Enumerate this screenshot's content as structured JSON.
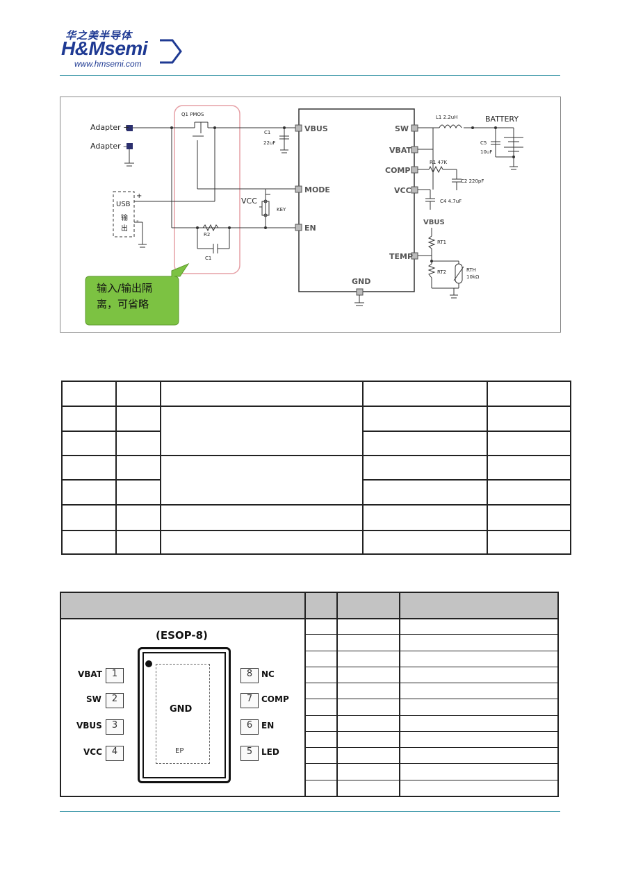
{
  "header": {
    "logo_cn": "华之美半导体",
    "logo_brand": "H&Msemi",
    "logo_url": "www.hmsemi.com"
  },
  "circuit": {
    "labels": {
      "adapter_plus": "Adapter +",
      "adapter_minus": "Adapter –",
      "usb": "USB",
      "usb_sub1": "输",
      "usb_sub2": "出",
      "plus": "+",
      "minus": "-",
      "q1": "Q1 PMOS",
      "c1_top": "C1",
      "c1_val": "22uF",
      "r2": "R2",
      "c1_bottom": "C1",
      "vcc_key": "VCC",
      "key": "KEY",
      "l1": "L1  2.2uH",
      "battery": "BATTERY",
      "c5": "C5",
      "c5_val": "10uF",
      "r1": "R1 47K",
      "c2": "C2 220pF",
      "c4": "C4  4.7uF",
      "vbus_ext": "VBUS",
      "rt1": "RT1",
      "rt2": "RT2",
      "rth": "RTH",
      "rth_val": "10kΩ"
    },
    "pins_left": [
      "VBUS",
      "MODE",
      "EN"
    ],
    "pins_right": [
      "SW",
      "VBAT",
      "COMP",
      "VCC",
      "TEMP"
    ],
    "pin_bottom": "GND",
    "callout_line1": "输入/输出隔",
    "callout_line2": "离，可省略"
  },
  "package": {
    "title": "(ESOP-8)",
    "center": "GND",
    "ep": "EP",
    "left_pins": [
      {
        "num": "1",
        "name": "VBAT"
      },
      {
        "num": "2",
        "name": "SW"
      },
      {
        "num": "3",
        "name": "VBUS"
      },
      {
        "num": "4",
        "name": "VCC"
      }
    ],
    "right_pins": [
      {
        "num": "8",
        "name": "NC"
      },
      {
        "num": "7",
        "name": "COMP"
      },
      {
        "num": "6",
        "name": "EN"
      },
      {
        "num": "5",
        "name": "LED"
      }
    ]
  },
  "colors": {
    "brand": "#1f3a93",
    "rule": "#2c8fa2",
    "callout_fill": "#7cc242",
    "isolation_outline": "#e6a0a6",
    "pin_header": "#c3c3c3"
  }
}
